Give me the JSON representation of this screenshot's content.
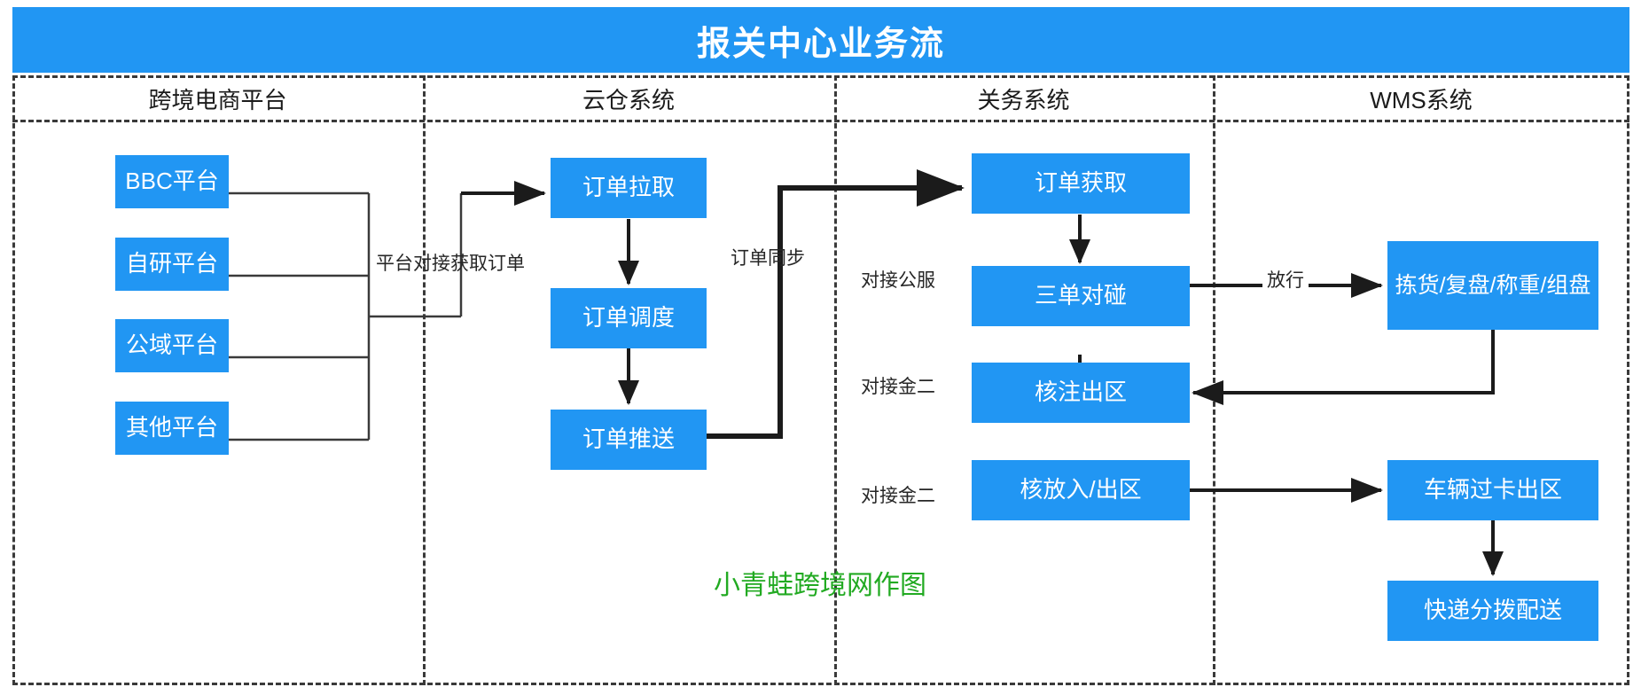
{
  "header": {
    "title": "报关中心业务流",
    "bar_color": "#2196F3",
    "title_color": "#ffffff"
  },
  "theme": {
    "node_fill": "#2196F3",
    "node_text": "#ffffff",
    "line_color": "#1b1b1b",
    "lane_border": "#3a3a3a",
    "watermark_color": "#22aa22",
    "background": "#ffffff"
  },
  "lanes": [
    {
      "id": "lane-ecommerce",
      "label": "跨境电商平台"
    },
    {
      "id": "lane-cloudwarehouse",
      "label": "云仓系统"
    },
    {
      "id": "lane-customs",
      "label": "关务系统"
    },
    {
      "id": "lane-wms",
      "label": "WMS系统"
    }
  ],
  "nodes": {
    "bbc_platform": "BBC平台",
    "self_platform": "自研平台",
    "public_platform": "公域平台",
    "other_platform": "其他平台",
    "order_pull": "订单拉取",
    "order_dispatch": "订单调度",
    "order_push": "订单推送",
    "order_fetch": "订单获取",
    "three_doc_match": "三单对碰",
    "check_note_exit": "核注出区",
    "check_release_inout": "核放入/出区",
    "pick_review_weigh_palletize": "拣货/复盘/称重/组盘",
    "vehicle_gate_exit": "车辆过卡出区",
    "express_sorting_delivery": "快递分拨配送"
  },
  "edge_labels": {
    "platform_integration": "平台对接获取订单",
    "order_sync": "订单同步",
    "connect_public_service": "对接公服",
    "connect_gold2_a": "对接金二",
    "connect_gold2_b": "对接金二",
    "release": "放行"
  },
  "watermark": {
    "text": "小青蛙跨境网作图"
  },
  "chart_data": {
    "type": "diagram",
    "title": "报关中心业务流",
    "diagram_kind": "swimlane-flowchart",
    "lanes": [
      "跨境电商平台",
      "云仓系统",
      "关务系统",
      "WMS系统"
    ],
    "nodes": [
      {
        "id": "bbc_platform",
        "label": "BBC平台",
        "lane": "跨境电商平台"
      },
      {
        "id": "self_platform",
        "label": "自研平台",
        "lane": "跨境电商平台"
      },
      {
        "id": "public_platform",
        "label": "公域平台",
        "lane": "跨境电商平台"
      },
      {
        "id": "other_platform",
        "label": "其他平台",
        "lane": "跨境电商平台"
      },
      {
        "id": "order_pull",
        "label": "订单拉取",
        "lane": "云仓系统"
      },
      {
        "id": "order_dispatch",
        "label": "订单调度",
        "lane": "云仓系统"
      },
      {
        "id": "order_push",
        "label": "订单推送",
        "lane": "云仓系统"
      },
      {
        "id": "order_fetch",
        "label": "订单获取",
        "lane": "关务系统"
      },
      {
        "id": "three_doc_match",
        "label": "三单对碰",
        "lane": "关务系统"
      },
      {
        "id": "check_note_exit",
        "label": "核注出区",
        "lane": "关务系统"
      },
      {
        "id": "check_release_inout",
        "label": "核放入/出区",
        "lane": "关务系统"
      },
      {
        "id": "pick_review_weigh_palletize",
        "label": "拣货/复盘/称重/组盘",
        "lane": "WMS系统"
      },
      {
        "id": "vehicle_gate_exit",
        "label": "车辆过卡出区",
        "lane": "WMS系统"
      },
      {
        "id": "express_sorting_delivery",
        "label": "快递分拨配送",
        "lane": "WMS系统"
      }
    ],
    "edges": [
      {
        "from": "bbc_platform",
        "to": "order_pull",
        "label": "平台对接获取订单"
      },
      {
        "from": "self_platform",
        "to": "order_pull",
        "label": "平台对接获取订单"
      },
      {
        "from": "public_platform",
        "to": "order_pull",
        "label": "平台对接获取订单"
      },
      {
        "from": "other_platform",
        "to": "order_pull",
        "label": "平台对接获取订单"
      },
      {
        "from": "order_pull",
        "to": "order_dispatch",
        "label": ""
      },
      {
        "from": "order_dispatch",
        "to": "order_push",
        "label": ""
      },
      {
        "from": "order_push",
        "to": "order_fetch",
        "label": "订单同步"
      },
      {
        "from": "order_fetch",
        "to": "three_doc_match",
        "label": "对接公服"
      },
      {
        "from": "three_doc_match",
        "to": "pick_review_weigh_palletize",
        "label": "放行"
      },
      {
        "from": "pick_review_weigh_palletize",
        "to": "check_note_exit",
        "label": "对接金二"
      },
      {
        "from": "check_note_exit",
        "to": "check_release_inout",
        "label": "对接金二"
      },
      {
        "from": "check_release_inout",
        "to": "vehicle_gate_exit",
        "label": ""
      },
      {
        "from": "vehicle_gate_exit",
        "to": "express_sorting_delivery",
        "label": ""
      }
    ]
  }
}
